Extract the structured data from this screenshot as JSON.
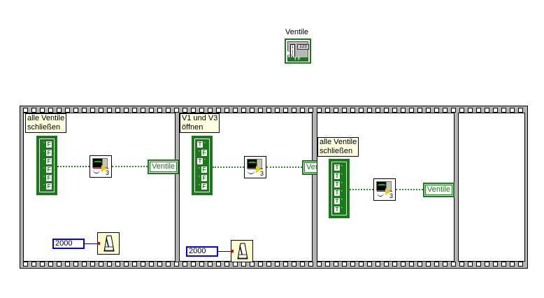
{
  "indicator": {
    "label": "Ventile",
    "icon": "boolean-array-indicator-icon",
    "icon_text": {
      "index_i": "i",
      "index_j": "j",
      "index_k": "k",
      "numeric": "123",
      "bool": "TF"
    }
  },
  "sequence": {
    "frames": [
      {
        "comment_line1": "alle Ventile",
        "comment_line2": "schließen",
        "booleans": [
          "F",
          "F",
          "F",
          "F",
          "F",
          "F"
        ],
        "vi_number": "3",
        "indicator_ref": "Ventile",
        "wait_ms": "2000"
      },
      {
        "comment_line1": "V1 und V3",
        "comment_line2": "öffnen",
        "booleans": [
          "T",
          "F",
          "T",
          "F",
          "F",
          "F"
        ],
        "vi_number": "3",
        "indicator_ref": "Ventile",
        "wait_ms": "2000"
      },
      {
        "comment_line1": "alle Ventile",
        "comment_line2": "schließen",
        "booleans": [
          "T",
          "T",
          "T",
          "T",
          "T",
          "T"
        ],
        "vi_number": "3",
        "indicator_ref": "Ventile"
      },
      {}
    ]
  },
  "colors": {
    "bool_green": "#1a7a1a",
    "numeric_blue": "#0000ff",
    "comment_bg": "#ffffe1",
    "frame_gray": "#b4b4b4"
  }
}
